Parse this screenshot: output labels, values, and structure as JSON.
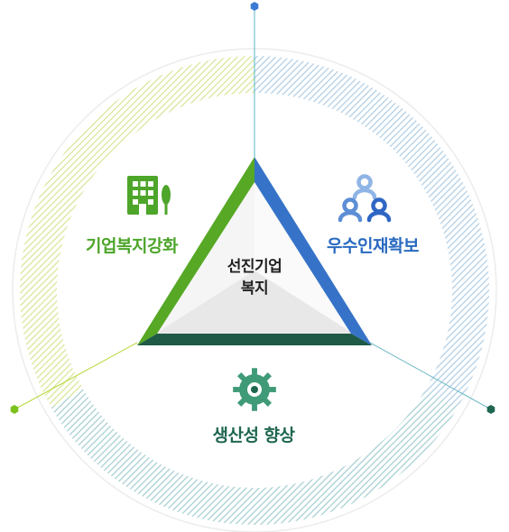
{
  "center": {
    "line1": "선진기업",
    "line2": "복지"
  },
  "segments": [
    {
      "id": "left",
      "label": "기업복지강화",
      "icon": "building-tree-icon",
      "color": "#4da52a"
    },
    {
      "id": "right",
      "label": "우수인재확보",
      "icon": "people-group-icon",
      "color": "#2a6ac0"
    },
    {
      "id": "bottom",
      "label": "생산성 향상",
      "icon": "gear-icon",
      "color": "#1e6650"
    }
  ],
  "colors": {
    "ring_left": "#d8e79c",
    "ring_right": "#b3d0e6",
    "ring_bottom": "#a9d0d4",
    "triangle_left": "#56a825",
    "triangle_right": "#3673c8",
    "triangle_bottom": "#1e5a46",
    "dot_top": "#3b7bd4",
    "dot_left": "#7cc11e",
    "dot_right": "#1e6650"
  }
}
